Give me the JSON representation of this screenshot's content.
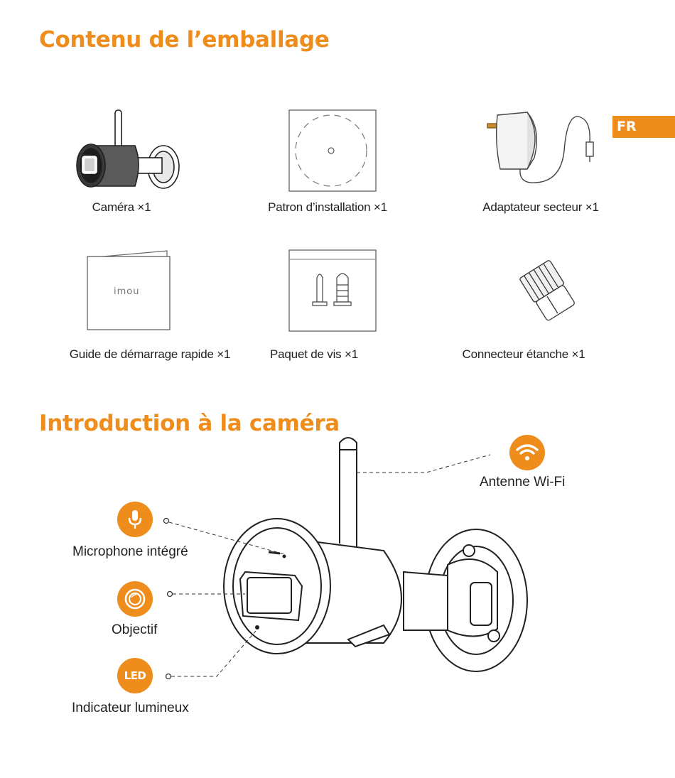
{
  "section1": {
    "title": "Contenu de l’emballage"
  },
  "lang_tab": "FR",
  "items": [
    {
      "label": "Caméra ×1",
      "icon": "camera-icon"
    },
    {
      "label": "Patron d’installation ×1",
      "icon": "template-icon"
    },
    {
      "label": "Adaptateur secteur ×1",
      "icon": "power-adapter-icon"
    },
    {
      "label": "Guide de démarrage rapide ×1",
      "icon": "guide-booklet-icon",
      "brand": "imou"
    },
    {
      "label": "Paquet de vis ×1",
      "icon": "screw-pack-icon"
    },
    {
      "label": "Connecteur étanche ×1",
      "icon": "waterproof-connector-icon"
    }
  ],
  "section2": {
    "title": "Introduction à la caméra"
  },
  "features": {
    "antenna": {
      "label": "Antenne Wi-Fi",
      "icon": "wifi-icon"
    },
    "mic": {
      "label": "Microphone intégré",
      "icon": "microphone-icon"
    },
    "lens": {
      "label": "Objectif",
      "icon": "lens-icon"
    },
    "led": {
      "label": "Indicateur lumineux",
      "badge": "LED",
      "icon": "led-icon"
    }
  },
  "colors": {
    "accent": "#ee8c1c",
    "text": "#231f20",
    "line": "#3a3a3a"
  }
}
